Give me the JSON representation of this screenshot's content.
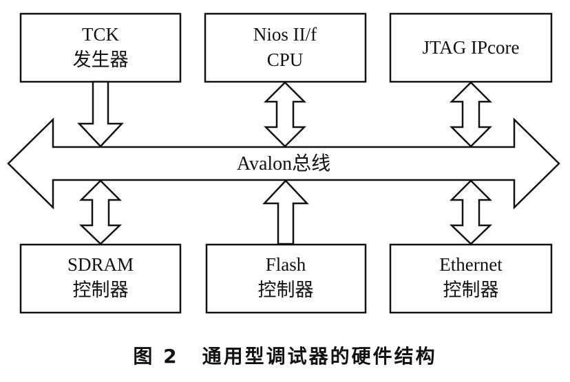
{
  "diagram": {
    "bus": {
      "label": "Avalon总线"
    },
    "top_blocks": [
      {
        "id": "tck",
        "lines": [
          "TCK",
          "发生器"
        ],
        "link": "to-bus"
      },
      {
        "id": "cpu",
        "lines": [
          "Nios II/f",
          "CPU"
        ],
        "link": "bidirectional"
      },
      {
        "id": "jtag",
        "lines": [
          "JTAG IPcore"
        ],
        "link": "bidirectional"
      }
    ],
    "bottom_blocks": [
      {
        "id": "sdram",
        "lines": [
          "SDRAM",
          "控制器"
        ],
        "link": "bidirectional"
      },
      {
        "id": "flash",
        "lines": [
          "Flash",
          "控制器"
        ],
        "link": "to-bus"
      },
      {
        "id": "ethernet",
        "lines": [
          "Ethernet",
          "控制器"
        ],
        "link": "bidirectional"
      }
    ]
  },
  "caption": {
    "figure_number": "图 2",
    "title": "通用型调试器的硬件结构"
  }
}
